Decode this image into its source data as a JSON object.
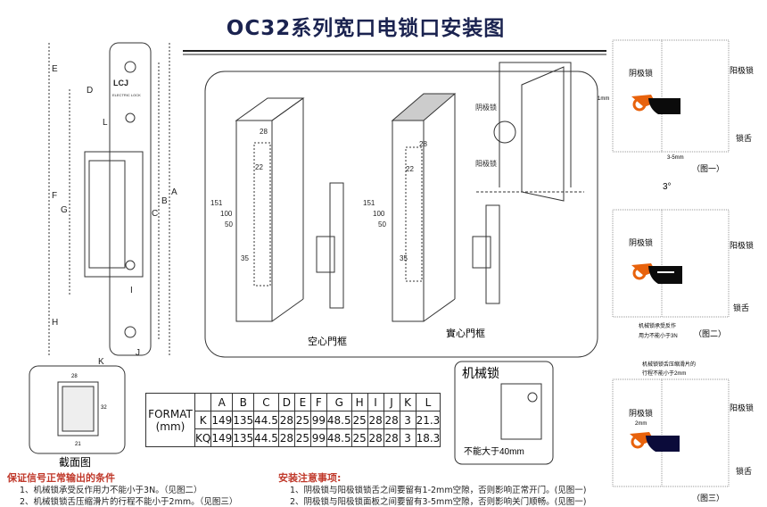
{
  "title": "OC32系列宽口电锁口安装图",
  "strike": {
    "letters": [
      "E",
      "D",
      "L",
      "F",
      "G",
      "C",
      "B",
      "A",
      "H",
      "I",
      "K",
      "J"
    ],
    "brand": "LCJ",
    "brand_sub": "ELECTRIC LOCK"
  },
  "install": {
    "hollow_frame": "空心門框",
    "solid_frame": "實心門框",
    "cathode": "阴极锁",
    "anode": "阳极锁",
    "dims": [
      "28",
      "22",
      "151",
      "100",
      "50",
      "35"
    ]
  },
  "section": {
    "label": "截面图",
    "dims": [
      "28",
      "32",
      "21"
    ]
  },
  "table": {
    "format_label": "FORMAT",
    "unit": "(mm)",
    "headers": [
      "A",
      "B",
      "C",
      "D",
      "E",
      "F",
      "G",
      "H",
      "I",
      "J",
      "K",
      "L"
    ],
    "rows": [
      {
        "model": "K",
        "values": [
          "149",
          "135",
          "44.5",
          "28",
          "25",
          "99",
          "48.5",
          "25",
          "28",
          "28",
          "3",
          "21.3"
        ]
      },
      {
        "model": "KQ",
        "values": [
          "149",
          "135",
          "44.5",
          "28",
          "25",
          "99",
          "48.5",
          "25",
          "28",
          "28",
          "3",
          "18.3"
        ]
      }
    ]
  },
  "mech": {
    "title": "机械锁",
    "note": "不能大于40mm"
  },
  "fig1": {
    "cathode": "阴极锁",
    "anode": "阳极锁",
    "tongue": "锁舌",
    "gap": "1mm",
    "gap2": "3-5mm",
    "angle": "3°",
    "caption": "（图一）"
  },
  "fig2": {
    "cathode": "阴极锁",
    "anode": "阳极锁",
    "tongue": "锁舌",
    "note1": "机械锁承受反作",
    "note2": "用力不能小于3N",
    "caption": "（图二）"
  },
  "fig3": {
    "cathode": "阴极锁",
    "anode": "阳极锁",
    "tongue": "锁舌",
    "note1": "机械锁锁舌压缩滑片的",
    "note2": "行程不能小于2mm",
    "gap": "2mm",
    "caption": "（图三）"
  },
  "conditions": {
    "title": "保证信号正常输出的条件",
    "items": [
      "1、机械锁承受反作用力不能小于3N。（见图二）",
      "2、机械锁锁舌压缩滑片的行程不能小于2mm。（见图三）"
    ]
  },
  "notes": {
    "title": "安装注意事项:",
    "items": [
      "1、阴极锁与阳极锁锁舌之间要留有1-2mm空隙，否则影响正常开门。(见图一)",
      "2、阴极锁与阳极锁面板之间要留有3-5mm空隙，否则影响关门顺畅。(见图一)"
    ]
  },
  "colors": {
    "title": "#1b2350",
    "orange": "#e8620c",
    "tongue": "#0b0b3a",
    "red": "#c0392b"
  }
}
